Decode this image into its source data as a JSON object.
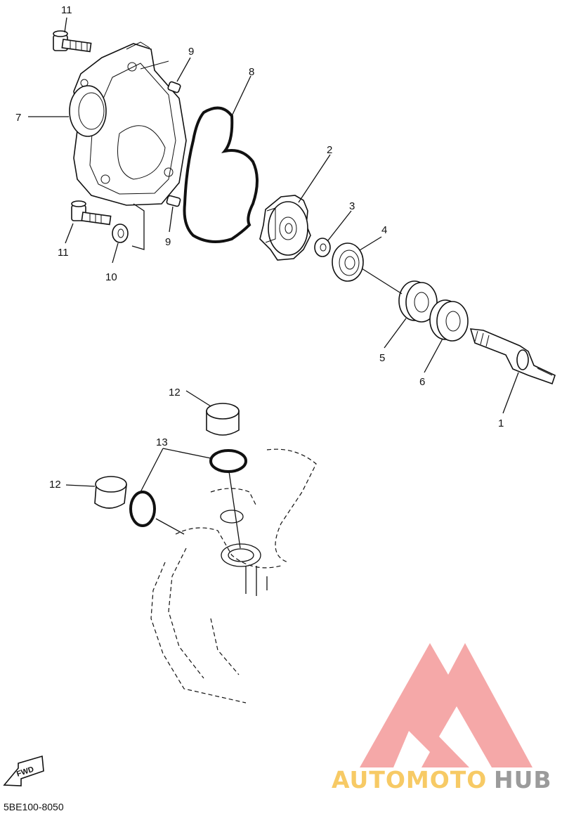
{
  "diagram_code": "5BE100-8050",
  "fwd_label": "FWD",
  "watermark": {
    "text_part1": "AUTOMOTO",
    "text_part2": "HUB",
    "color_accent": "#f08080",
    "color_part1": "#f6c14b",
    "color_part2": "#8a8a8a"
  },
  "callouts": {
    "c1": "1",
    "c2": "2",
    "c3": "3",
    "c4": "4",
    "c5": "5",
    "c6": "6",
    "c7": "7",
    "c8": "8",
    "c9a": "9",
    "c9b": "9",
    "c10": "10",
    "c11a": "11",
    "c11b": "11",
    "c12a": "12",
    "c12b": "12",
    "c13": "13"
  }
}
